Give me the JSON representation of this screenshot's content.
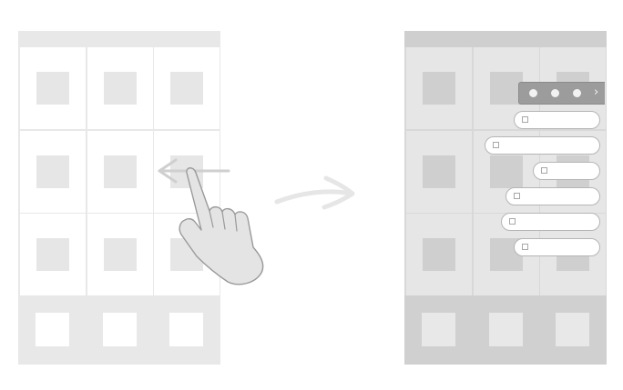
{
  "left_phone": {
    "state": "home-screen",
    "grid_rows": 3,
    "grid_cols": 3,
    "dock_icons": 3
  },
  "gesture": {
    "type": "swipe-left",
    "icons": [
      "hand-pointer-icon",
      "swipe-left-arrow-icon"
    ]
  },
  "transition": {
    "icon": "curved-right-arrow-icon"
  },
  "right_phone": {
    "state": "quick-menu-open",
    "grid_rows": 3,
    "grid_cols": 3,
    "dock_icons": 3,
    "quick_bar": {
      "dots": 3,
      "chevron": "›"
    },
    "menu_items": 6
  },
  "colors": {
    "frame_light": "#e8e8e8",
    "frame_dimmed": "#d8d8d8",
    "quick_bar": "#9c9c9c",
    "line": "#cccccc"
  }
}
